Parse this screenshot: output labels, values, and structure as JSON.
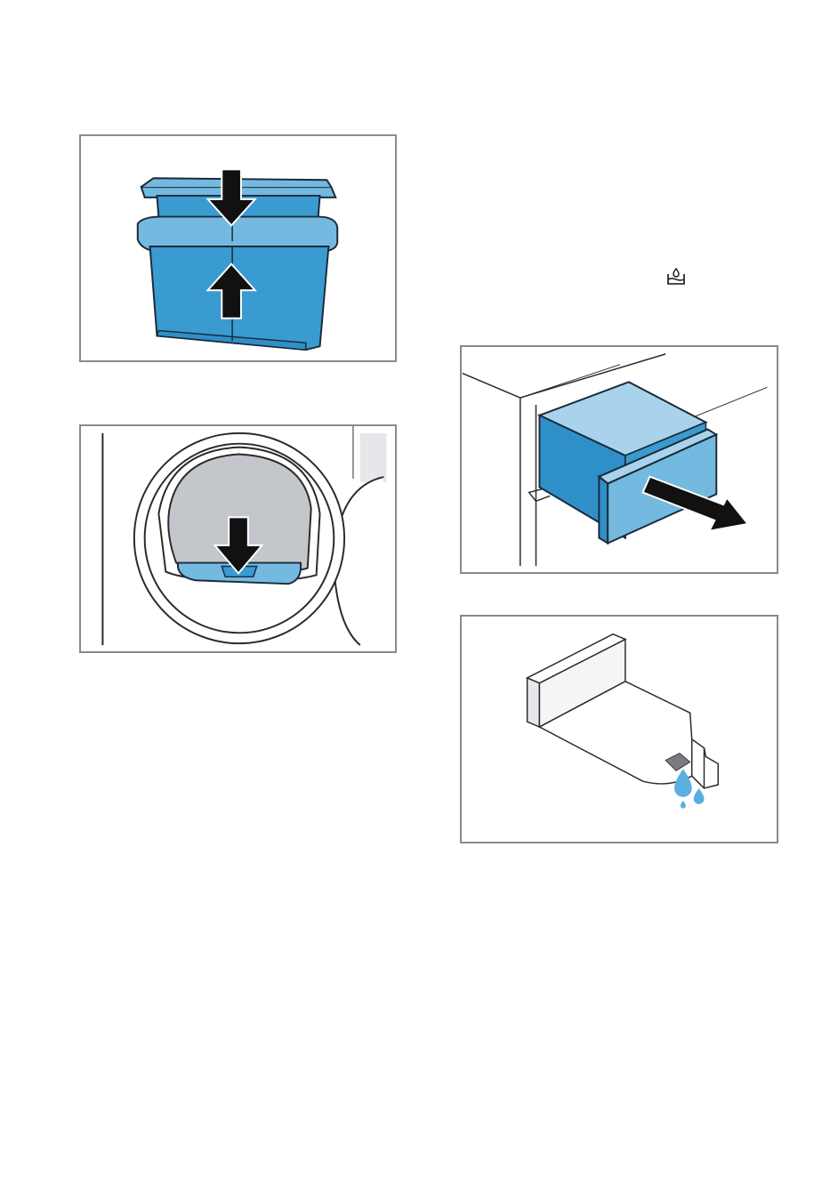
{
  "colors": {
    "blue_dark": "#2f8fc8",
    "blue_mid": "#3a9bd0",
    "blue_light": "#74b9df",
    "blue_pale": "#a9d3ec",
    "gray_fill": "#c3c6cb",
    "arrow": "#111111",
    "frame": "#8a8a8a"
  },
  "figures": [
    {
      "name": "filter-insert-assembly",
      "icons": [
        "arrow-down-icon",
        "arrow-up-icon"
      ]
    },
    {
      "name": "fluff-filter-door-seal",
      "icons": [
        "arrow-down-icon"
      ]
    },
    {
      "name": "water-container-drawer",
      "icons": [
        "arrow-right-icon"
      ]
    },
    {
      "name": "water-container-drain",
      "icons": [
        "water-drop-icon"
      ]
    }
  ],
  "symbols": [
    {
      "name": "empty-container-icon"
    }
  ]
}
